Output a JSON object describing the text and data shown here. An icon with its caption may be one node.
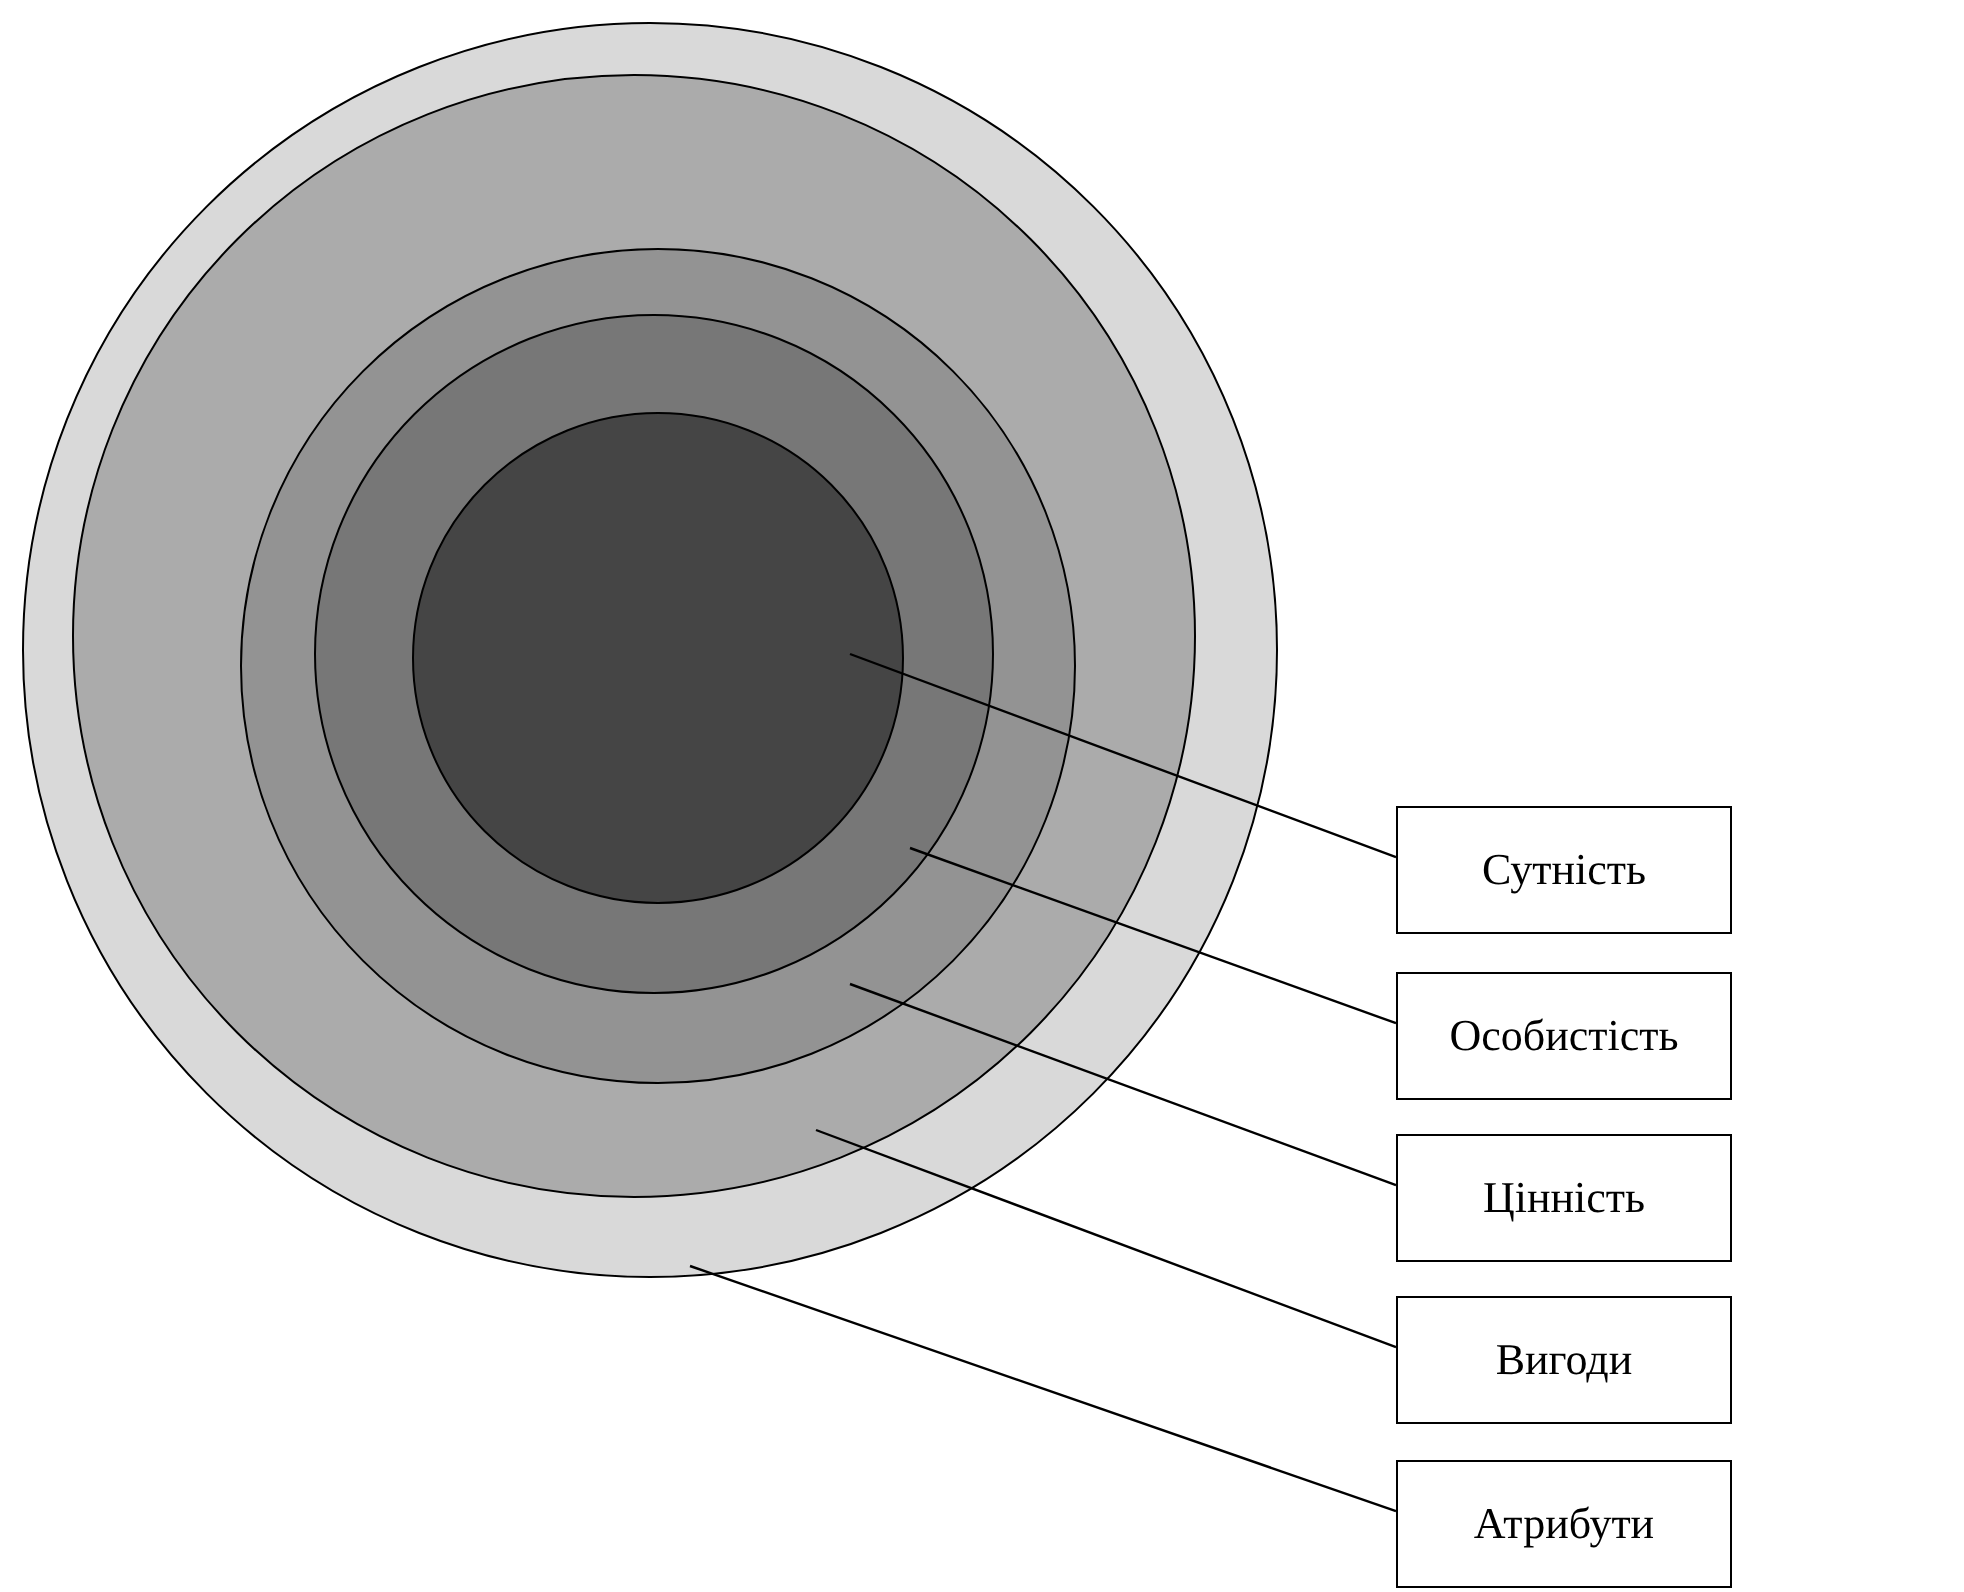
{
  "diagram": {
    "nodes": [
      {
        "text": [],
        "shape": "circle"
      },
      {
        "text": [],
        "shape": "circle",
        "in": 0
      },
      {
        "text": [],
        "shape": "circle",
        "in": 1
      },
      {
        "text": [],
        "shape": "circle",
        "in": 2
      },
      {
        "text": [],
        "shape": "circle",
        "in": 3
      },
      {
        "text": [
          "Сутність"
        ]
      },
      {
        "text": [
          "Особистість"
        ]
      },
      {
        "text": [
          "Цінність"
        ]
      },
      {
        "text": [
          "Вигоди"
        ]
      },
      {
        "text": [
          "Атрибути"
        ]
      }
    ],
    "edges": [
      {
        "from": 5,
        "to": 4,
        "arrow": "none"
      },
      {
        "from": 6,
        "to": 3,
        "arrow": "none"
      },
      {
        "from": 7,
        "to": 2,
        "arrow": "none"
      },
      {
        "from": 8,
        "to": 1,
        "arrow": "none"
      },
      {
        "from": 9,
        "to": 0,
        "arrow": "none"
      }
    ]
  }
}
